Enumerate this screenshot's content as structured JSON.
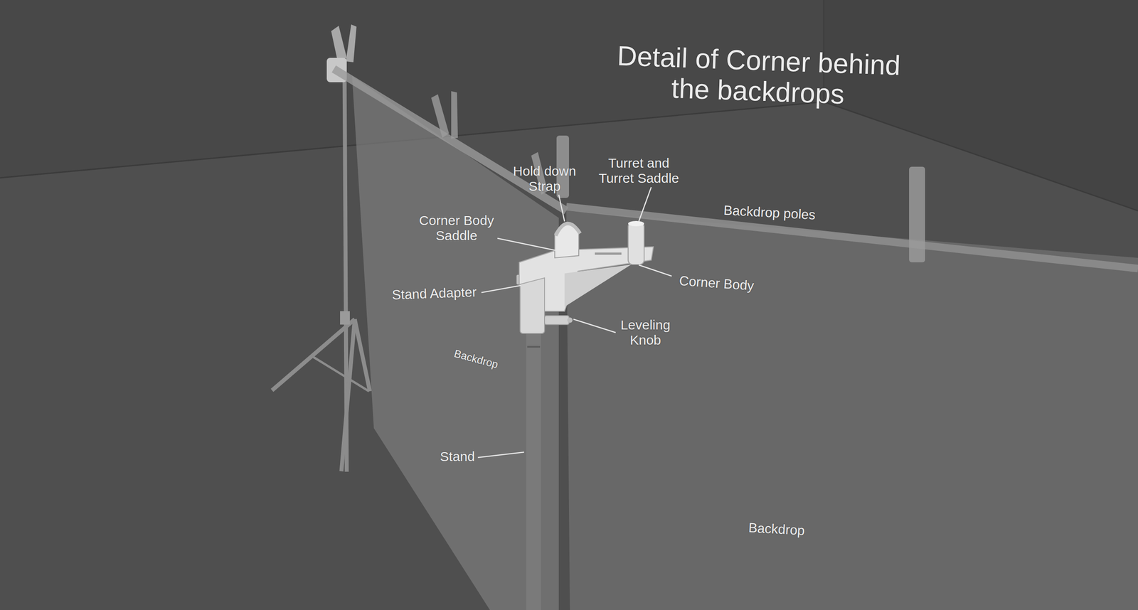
{
  "diagram": {
    "title": "Detail of Corner behind the backdrops",
    "labels": [
      "Hold down Strap",
      "Turret and Turret Saddle",
      "Backdrop poles",
      "Corner Body Saddle",
      "Stand Adapter",
      "Corner Body",
      "Leveling Knob",
      "Backdrop",
      "Stand",
      "Backdrop"
    ]
  }
}
